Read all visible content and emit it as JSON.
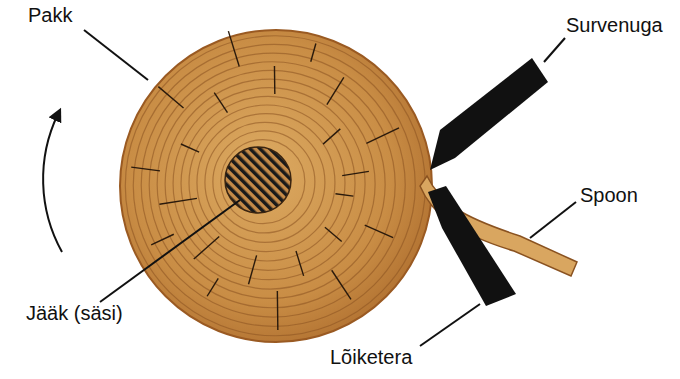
{
  "diagram": {
    "labels": [
      "Pakk",
      "Survenuga",
      "Spoon",
      "Jääk (säsi)",
      "Lõiketera"
    ]
  }
}
